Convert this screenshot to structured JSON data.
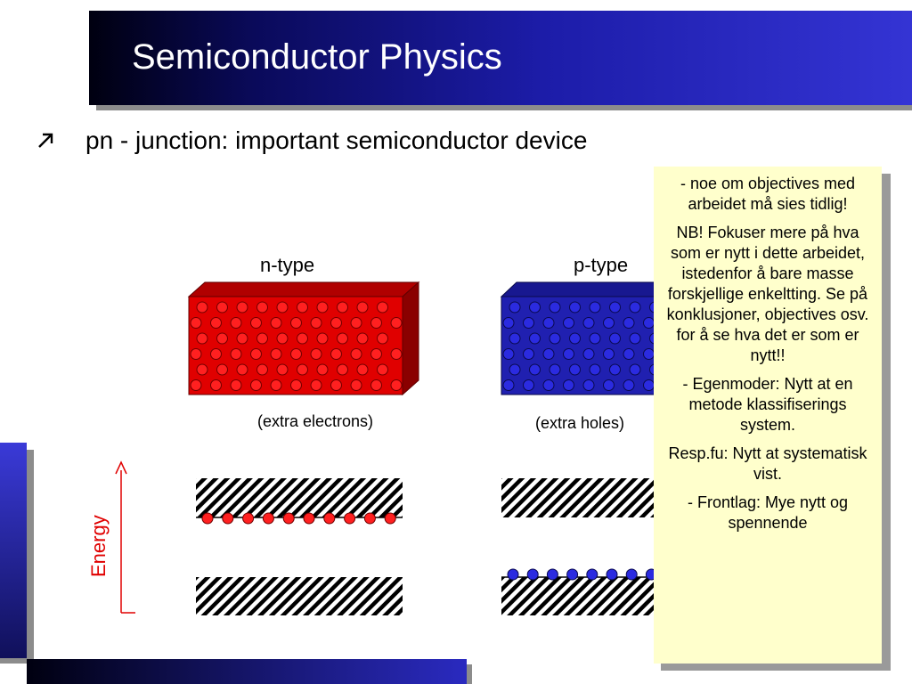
{
  "slide": {
    "title": "Semiconductor Physics",
    "bullet": "pn - junction: important semiconductor device"
  },
  "diagram": {
    "n_type_label": "n-type",
    "p_type_label": "p-type",
    "n_type_caption": "(extra electrons)",
    "p_type_caption": "(extra holes)",
    "energy_label": "Energy",
    "colors": {
      "n_block": "#e00000",
      "n_block_dark": "#9a0000",
      "p_block": "#2020b0",
      "p_block_dark": "#10106a",
      "electron": "#ff2020",
      "hole": "#2b2be0",
      "energy_arrow": "#e00000"
    }
  },
  "note": {
    "paragraphs": [
      "- noe om objectives med arbeidet må sies tidlig!",
      "NB! Fokuser mere på hva som er nytt i dette arbeidet, istedenfor å bare masse forskjellige enkeltting. Se på konklusjoner, objectives osv. for å se hva det er som er nytt!!",
      "- Egenmoder: Nytt at en metode klassifiserings system.",
      "Resp.fu: Nytt at systematisk vist.",
      "- Frontlag: Mye nytt og spennende"
    ]
  }
}
